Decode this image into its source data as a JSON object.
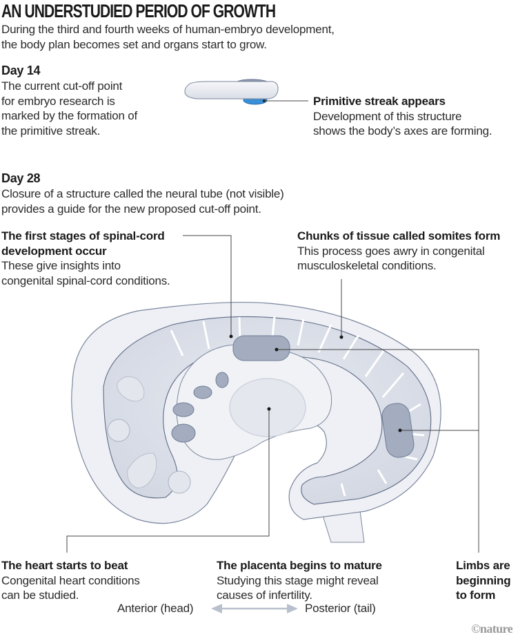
{
  "title": "AN UNDERSTUDIED PERIOD OF GROWTH",
  "subtitle": {
    "line1": "During the third and fourth weeks of human-embryo development,",
    "line2": "the body plan becomes set and organs start to grow."
  },
  "day14": {
    "heading": "Day 14",
    "lines": [
      "The current cut-off point",
      "for embryo research is",
      "marked by the formation of",
      "the primitive streak."
    ],
    "callout": {
      "heading": "Primitive streak appears",
      "lines": [
        "Development of this structure",
        "shows the body’s axes are forming."
      ]
    }
  },
  "day28": {
    "heading": "Day 28",
    "lines": [
      "Closure of a structure called the neural tube (not visible)",
      "provides a guide for the new proposed cut-off point."
    ]
  },
  "callouts": {
    "spinal_cord": {
      "heading_lines": [
        "The first stages of spinal-cord",
        "development occur"
      ],
      "lines": [
        "These give insights into",
        "congenital spinal-cord conditions."
      ]
    },
    "somites": {
      "heading": "Chunks of tissue called somites form",
      "lines": [
        "This process goes awry in congenital",
        "musculoskeletal conditions."
      ]
    },
    "heart": {
      "heading": "The heart starts to beat",
      "lines": [
        "Congenital heart conditions",
        "can be studied."
      ]
    },
    "placenta": {
      "heading": "The placenta begins to mature",
      "lines": [
        "Studying this stage might reveal",
        "causes of infertility."
      ]
    },
    "limbs": {
      "heading_lines": [
        "Limbs are",
        "beginning",
        "to form"
      ]
    }
  },
  "axis": {
    "left_label": "Anterior (head)",
    "right_label": "Posterior (tail)"
  },
  "credit": "©nature",
  "colors": {
    "embryo_outer": "#eef0f5",
    "embryo_mid": "#dde1ea",
    "embryo_dark": "#a3adbf",
    "outline": "#6f7c95",
    "streak_blue": "#3a8fd6",
    "leader_line": "#444444",
    "arrow": "#b7c0cc"
  }
}
